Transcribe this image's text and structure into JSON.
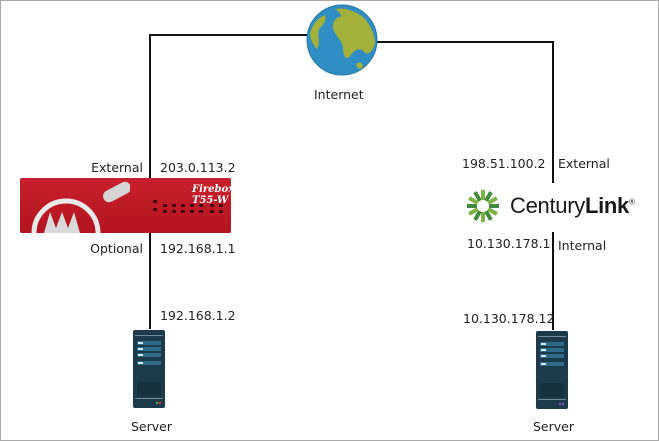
{
  "diagram": {
    "internet": {
      "label": "Internet",
      "icon": "globe-icon"
    },
    "firebox": {
      "model": "Firebox T55-W",
      "brand_text": "Firebox T55-W",
      "external_label": "External",
      "external_ip": "203.0.113.2",
      "optional_label": "Optional",
      "optional_ip": "192.168.1.1",
      "color": "#c0182a"
    },
    "centurylink": {
      "name_regular": "Century",
      "name_bold": "Link",
      "trademark": "®",
      "external_label": "External",
      "external_ip": "198.51.100.2",
      "internal_label": "Internal",
      "internal_ip": "10.130.178.1"
    },
    "server_left": {
      "label": "Server",
      "ip": "192.168.1.2"
    },
    "server_right": {
      "label": "Server",
      "ip": "10.130.178.12"
    },
    "colors": {
      "globe_ocean": "#2f8fc4",
      "globe_land": "#a3b03a",
      "centurylink_green": "#3f8a3c",
      "server_body": "#1d3a4a"
    }
  }
}
